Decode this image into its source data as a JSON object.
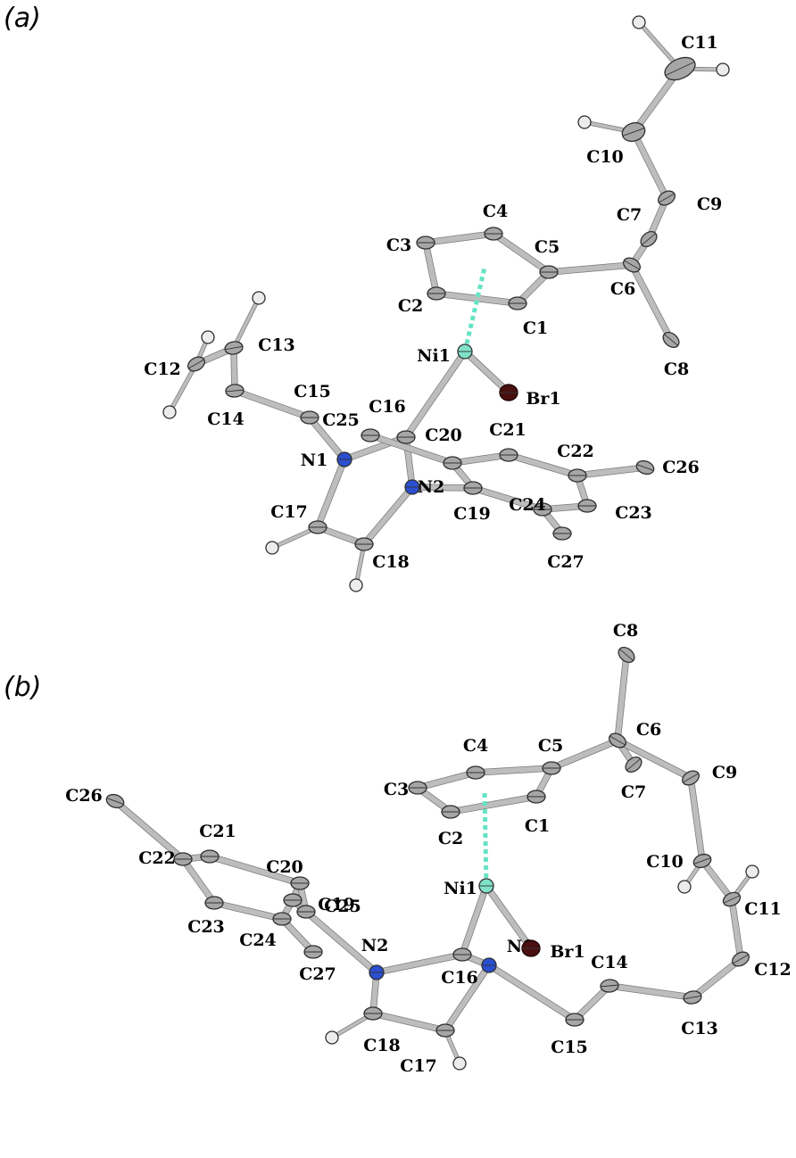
{
  "colors": {
    "bond": "#bdbdbd",
    "bond_edge": "#7a7a7a",
    "carbon": "#a6a6a6",
    "hydrogen": "#ececec",
    "nitrogen": "#2b4fcf",
    "nickel": "#7fe0c8",
    "bromine": "#4a0f0f",
    "dashed_bond": "#66e3c4"
  },
  "panels": [
    {
      "id": "a",
      "label": "(a)",
      "atoms": [
        {
          "id": "C1",
          "label": "C1",
          "el": "C"
        },
        {
          "id": "C2",
          "label": "C2",
          "el": "C"
        },
        {
          "id": "C3",
          "label": "C3",
          "el": "C"
        },
        {
          "id": "C4",
          "label": "C4",
          "el": "C"
        },
        {
          "id": "C5",
          "label": "C5",
          "el": "C"
        },
        {
          "id": "C6",
          "label": "C6",
          "el": "C"
        },
        {
          "id": "C7",
          "label": "C7",
          "el": "C"
        },
        {
          "id": "C8",
          "label": "C8",
          "el": "C"
        },
        {
          "id": "C9",
          "label": "C9",
          "el": "C"
        },
        {
          "id": "C10",
          "label": "C10",
          "el": "C"
        },
        {
          "id": "C11",
          "label": "C11",
          "el": "C"
        },
        {
          "id": "C12",
          "label": "C12",
          "el": "C"
        },
        {
          "id": "C13",
          "label": "C13",
          "el": "C"
        },
        {
          "id": "C14",
          "label": "C14",
          "el": "C"
        },
        {
          "id": "C15",
          "label": "C15",
          "el": "C"
        },
        {
          "id": "C16",
          "label": "C16",
          "el": "C"
        },
        {
          "id": "C17",
          "label": "C17",
          "el": "C"
        },
        {
          "id": "C18",
          "label": "C18",
          "el": "C"
        },
        {
          "id": "C19",
          "label": "C19",
          "el": "C"
        },
        {
          "id": "C20",
          "label": "C20",
          "el": "C"
        },
        {
          "id": "C21",
          "label": "C21",
          "el": "C"
        },
        {
          "id": "C22",
          "label": "C22",
          "el": "C"
        },
        {
          "id": "C23",
          "label": "C23",
          "el": "C"
        },
        {
          "id": "C24",
          "label": "C24",
          "el": "C"
        },
        {
          "id": "C25",
          "label": "C25",
          "el": "C"
        },
        {
          "id": "C26",
          "label": "C26",
          "el": "C"
        },
        {
          "id": "C27",
          "label": "C27",
          "el": "C"
        },
        {
          "id": "N1",
          "label": "N1",
          "el": "N"
        },
        {
          "id": "N2",
          "label": "N2",
          "el": "N"
        },
        {
          "id": "Ni1",
          "label": "Ni1",
          "el": "Ni"
        },
        {
          "id": "Br1",
          "label": "Br1",
          "el": "Br"
        },
        {
          "id": "H11a",
          "label": "",
          "el": "H"
        },
        {
          "id": "H11b",
          "label": "",
          "el": "H"
        },
        {
          "id": "H10",
          "label": "",
          "el": "H"
        },
        {
          "id": "H13",
          "label": "",
          "el": "H"
        },
        {
          "id": "H12a",
          "label": "",
          "el": "H"
        },
        {
          "id": "H12b",
          "label": "",
          "el": "H"
        },
        {
          "id": "H17",
          "label": "",
          "el": "H"
        },
        {
          "id": "H18",
          "label": "",
          "el": "H"
        }
      ],
      "bonds": [
        [
          "C1",
          "C2"
        ],
        [
          "C2",
          "C3"
        ],
        [
          "C3",
          "C4"
        ],
        [
          "C4",
          "C5"
        ],
        [
          "C5",
          "C1"
        ],
        [
          "C5",
          "C6"
        ],
        [
          "C6",
          "C7"
        ],
        [
          "C6",
          "C8"
        ],
        [
          "C7",
          "C9"
        ],
        [
          "C9",
          "C10"
        ],
        [
          "C10",
          "C11"
        ],
        [
          "Ni1",
          "Br1"
        ],
        [
          "Ni1",
          "C16"
        ],
        [
          "C16",
          "N1"
        ],
        [
          "C16",
          "N2"
        ],
        [
          "N1",
          "C15"
        ],
        [
          "C15",
          "C14"
        ],
        [
          "C14",
          "C13"
        ],
        [
          "C13",
          "C12"
        ],
        [
          "N1",
          "C17"
        ],
        [
          "C17",
          "C18"
        ],
        [
          "C18",
          "N2"
        ],
        [
          "N2",
          "C19"
        ],
        [
          "C19",
          "C20"
        ],
        [
          "C20",
          "C21"
        ],
        [
          "C21",
          "C22"
        ],
        [
          "C22",
          "C23"
        ],
        [
          "C23",
          "C24"
        ],
        [
          "C24",
          "C19"
        ],
        [
          "C20",
          "C25"
        ],
        [
          "C22",
          "C26"
        ],
        [
          "C24",
          "C27"
        ],
        [
          "C11",
          "H11a"
        ],
        [
          "C11",
          "H11b"
        ],
        [
          "C10",
          "H10"
        ],
        [
          "C13",
          "H13"
        ],
        [
          "C12",
          "H12a"
        ],
        [
          "C12",
          "H12b"
        ],
        [
          "C17",
          "H17"
        ],
        [
          "C18",
          "H18"
        ]
      ],
      "dashed": [
        [
          "Ni1",
          "Cp"
        ]
      ]
    },
    {
      "id": "b",
      "label": "(b)",
      "atoms": [
        {
          "id": "C1",
          "label": "C1",
          "el": "C"
        },
        {
          "id": "C2",
          "label": "C2",
          "el": "C"
        },
        {
          "id": "C3",
          "label": "C3",
          "el": "C"
        },
        {
          "id": "C4",
          "label": "C4",
          "el": "C"
        },
        {
          "id": "C5",
          "label": "C5",
          "el": "C"
        },
        {
          "id": "C6",
          "label": "C6",
          "el": "C"
        },
        {
          "id": "C7",
          "label": "C7",
          "el": "C"
        },
        {
          "id": "C8",
          "label": "C8",
          "el": "C"
        },
        {
          "id": "C9",
          "label": "C9",
          "el": "C"
        },
        {
          "id": "C10",
          "label": "C10",
          "el": "C"
        },
        {
          "id": "C11",
          "label": "C11",
          "el": "C"
        },
        {
          "id": "C12",
          "label": "C12",
          "el": "C"
        },
        {
          "id": "C13",
          "label": "C13",
          "el": "C"
        },
        {
          "id": "C14",
          "label": "C14",
          "el": "C"
        },
        {
          "id": "C15",
          "label": "C15",
          "el": "C"
        },
        {
          "id": "C16",
          "label": "C16",
          "el": "C"
        },
        {
          "id": "C17",
          "label": "C17",
          "el": "C"
        },
        {
          "id": "C18",
          "label": "C18",
          "el": "C"
        },
        {
          "id": "C19",
          "label": "C19",
          "el": "C"
        },
        {
          "id": "C20",
          "label": "C20",
          "el": "C"
        },
        {
          "id": "C21",
          "label": "C21",
          "el": "C"
        },
        {
          "id": "C22",
          "label": "C22",
          "el": "C"
        },
        {
          "id": "C23",
          "label": "C23",
          "el": "C"
        },
        {
          "id": "C24",
          "label": "C24",
          "el": "C"
        },
        {
          "id": "C25",
          "label": "C25",
          "el": "C"
        },
        {
          "id": "C26",
          "label": "C26",
          "el": "C"
        },
        {
          "id": "C27",
          "label": "C27",
          "el": "C"
        },
        {
          "id": "N1",
          "label": "N1",
          "el": "N"
        },
        {
          "id": "N2",
          "label": "N2",
          "el": "N"
        },
        {
          "id": "Ni1",
          "label": "Ni1",
          "el": "Ni"
        },
        {
          "id": "Br1",
          "label": "Br1",
          "el": "Br"
        },
        {
          "id": "H10",
          "label": "",
          "el": "H"
        },
        {
          "id": "H11",
          "label": "",
          "el": "H"
        },
        {
          "id": "H17",
          "label": "",
          "el": "H"
        },
        {
          "id": "H18",
          "label": "",
          "el": "H"
        }
      ],
      "bonds": [
        [
          "C1",
          "C2"
        ],
        [
          "C2",
          "C3"
        ],
        [
          "C3",
          "C4"
        ],
        [
          "C4",
          "C5"
        ],
        [
          "C5",
          "C1"
        ],
        [
          "C5",
          "C6"
        ],
        [
          "C6",
          "C8"
        ],
        [
          "C6",
          "C7"
        ],
        [
          "C6",
          "C9"
        ],
        [
          "C9",
          "C10"
        ],
        [
          "C10",
          "C11"
        ],
        [
          "C11",
          "C12"
        ],
        [
          "C12",
          "C13"
        ],
        [
          "C13",
          "C14"
        ],
        [
          "C14",
          "C15"
        ],
        [
          "C15",
          "N1"
        ],
        [
          "Ni1",
          "Br1"
        ],
        [
          "Ni1",
          "C16"
        ],
        [
          "C16",
          "N1"
        ],
        [
          "C16",
          "N2"
        ],
        [
          "N1",
          "C17"
        ],
        [
          "C17",
          "C18"
        ],
        [
          "C18",
          "N2"
        ],
        [
          "N2",
          "C19"
        ],
        [
          "C19",
          "C20"
        ],
        [
          "C20",
          "C21"
        ],
        [
          "C21",
          "C22"
        ],
        [
          "C22",
          "C23"
        ],
        [
          "C23",
          "C24"
        ],
        [
          "C24",
          "C19"
        ],
        [
          "C20",
          "C25"
        ],
        [
          "C22",
          "C26"
        ],
        [
          "C24",
          "C27"
        ],
        [
          "C10",
          "H10"
        ],
        [
          "C11",
          "H11"
        ],
        [
          "C17",
          "H17"
        ],
        [
          "C18",
          "H18"
        ]
      ],
      "dashed": [
        [
          "Ni1",
          "Cp"
        ]
      ]
    }
  ]
}
